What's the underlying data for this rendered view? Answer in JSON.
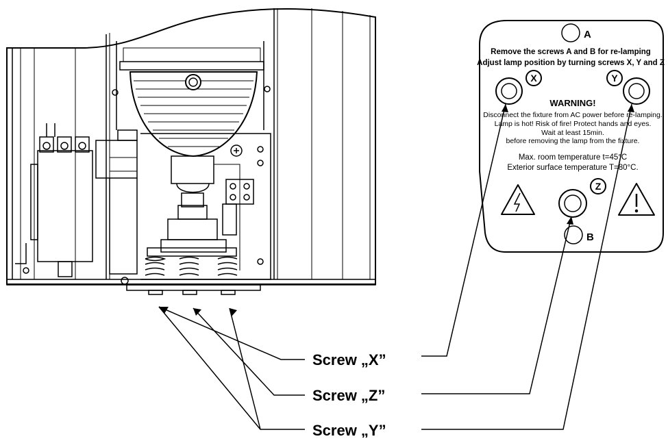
{
  "plate": {
    "marker_a": "A",
    "marker_b": "B",
    "marker_x": "X",
    "marker_y": "Y",
    "marker_z": "Z",
    "line1": "Remove the screws A and B  for re-lamping",
    "line2": "Adjust lamp position by turning screws X, Y and Z",
    "warning_title": "WARNING!",
    "warn1": "Disconnect the fixture from AC power before re-lamping.",
    "warn2": "Lamp is hot! Risk of fire! Protect hands and eyes.",
    "warn3": "Wait at least 15min.",
    "warn4": "before removing the lamp from the fixture.",
    "temp1": "Max. room temperature t=45°C",
    "temp2": "Exterior surface temperature T=80°C."
  },
  "labels": {
    "screw_x": "Screw „X”",
    "screw_z": "Screw „Z”",
    "screw_y": "Screw „Y”"
  }
}
